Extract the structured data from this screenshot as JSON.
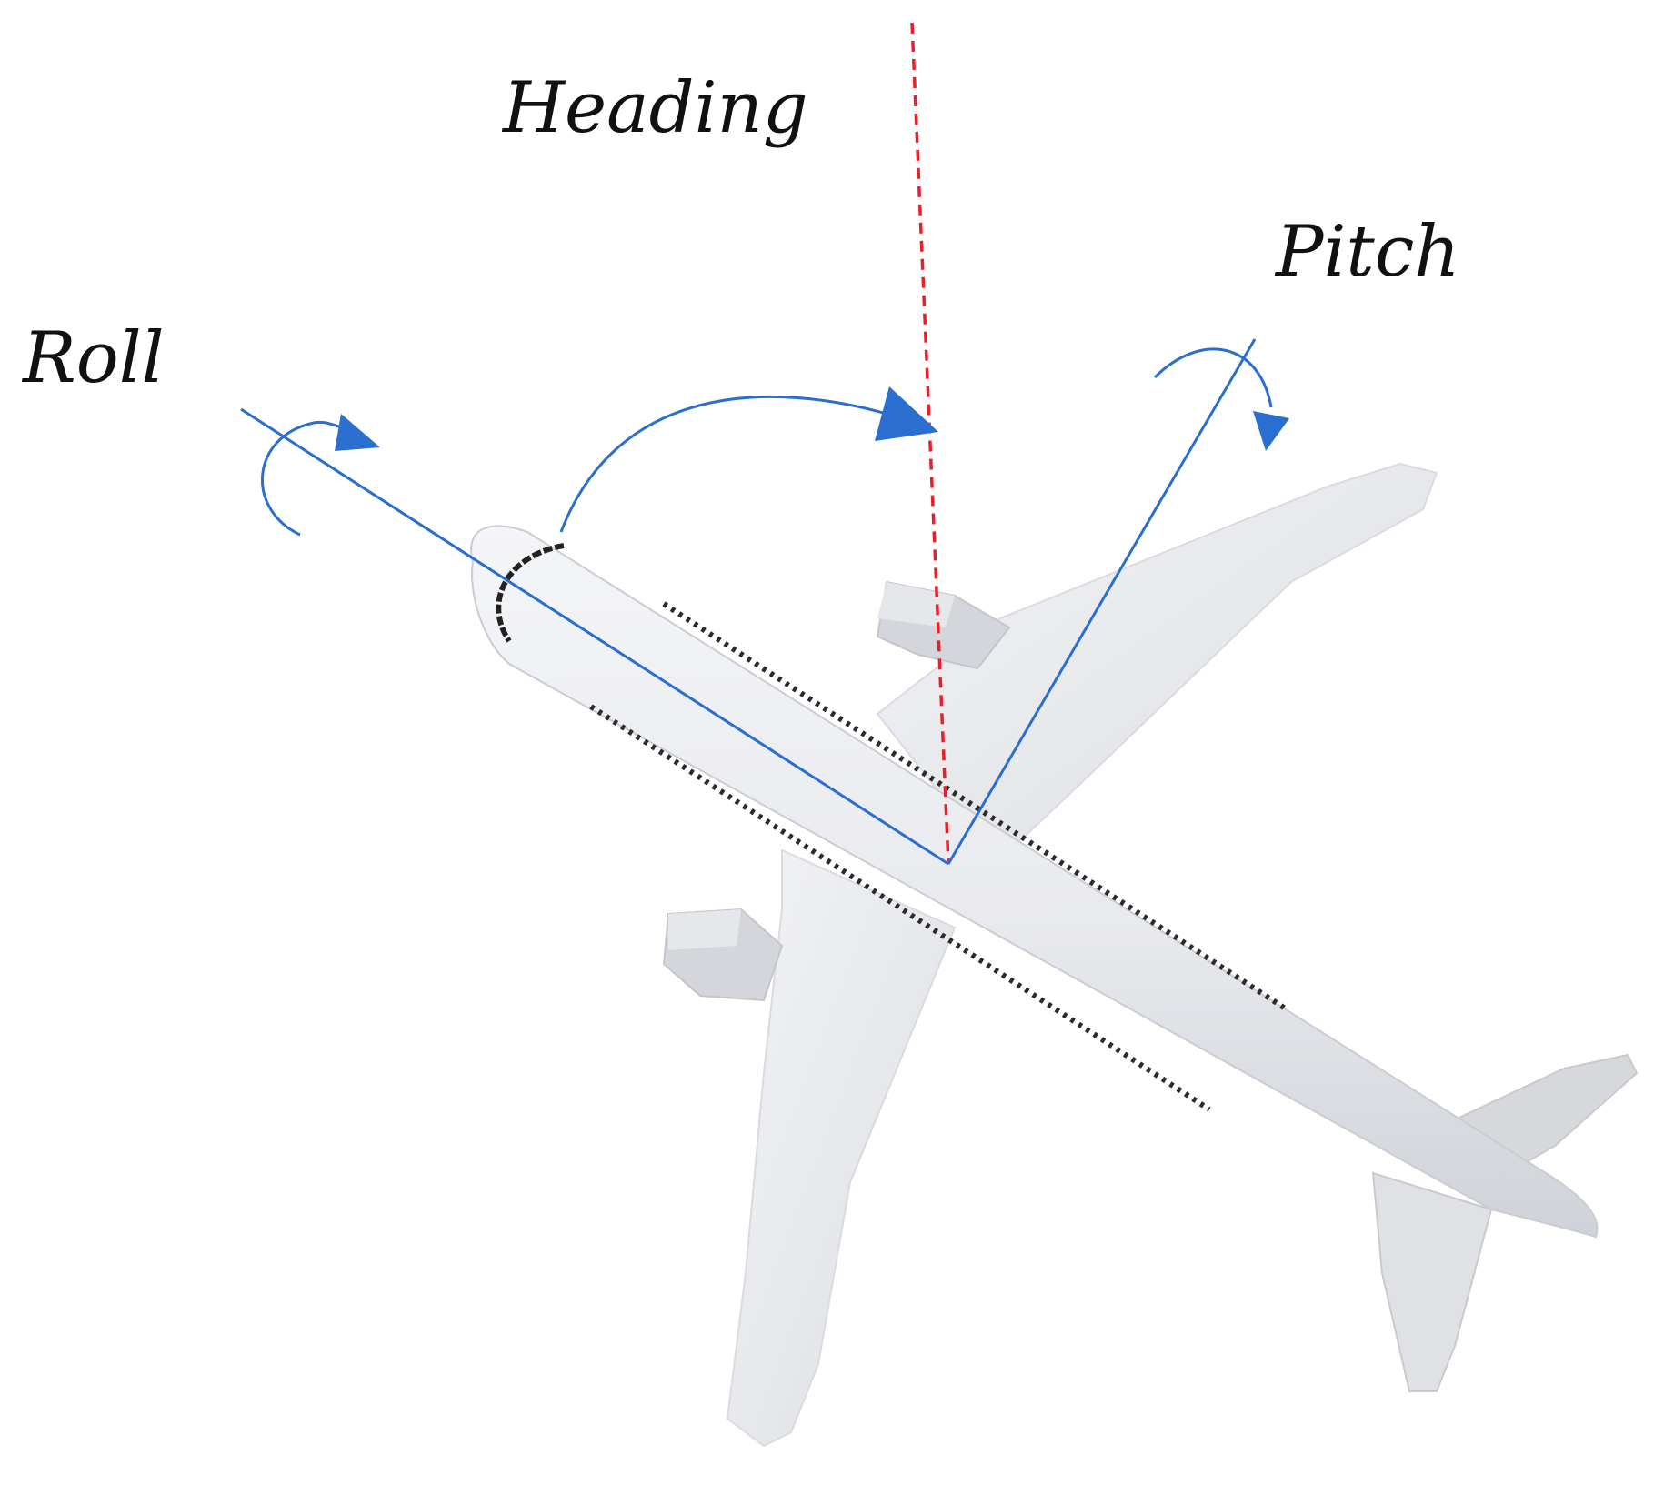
{
  "labels": {
    "heading": "Heading",
    "pitch": "Pitch",
    "roll": "Roll"
  },
  "colors": {
    "background": "#ffffff",
    "axis_blue": "#2a6ed0",
    "heading_red": "#e8202a",
    "airplane_body": "#ebecef",
    "airplane_shadow": "#cfd1d6",
    "window_dots": "#2b2b2b"
  },
  "icons": {
    "roll_arrow": "curved-arrow-icon",
    "heading_arrow": "curved-arrow-icon",
    "pitch_arrow": "curved-arrow-icon",
    "airplane": "airplane-illustration"
  }
}
